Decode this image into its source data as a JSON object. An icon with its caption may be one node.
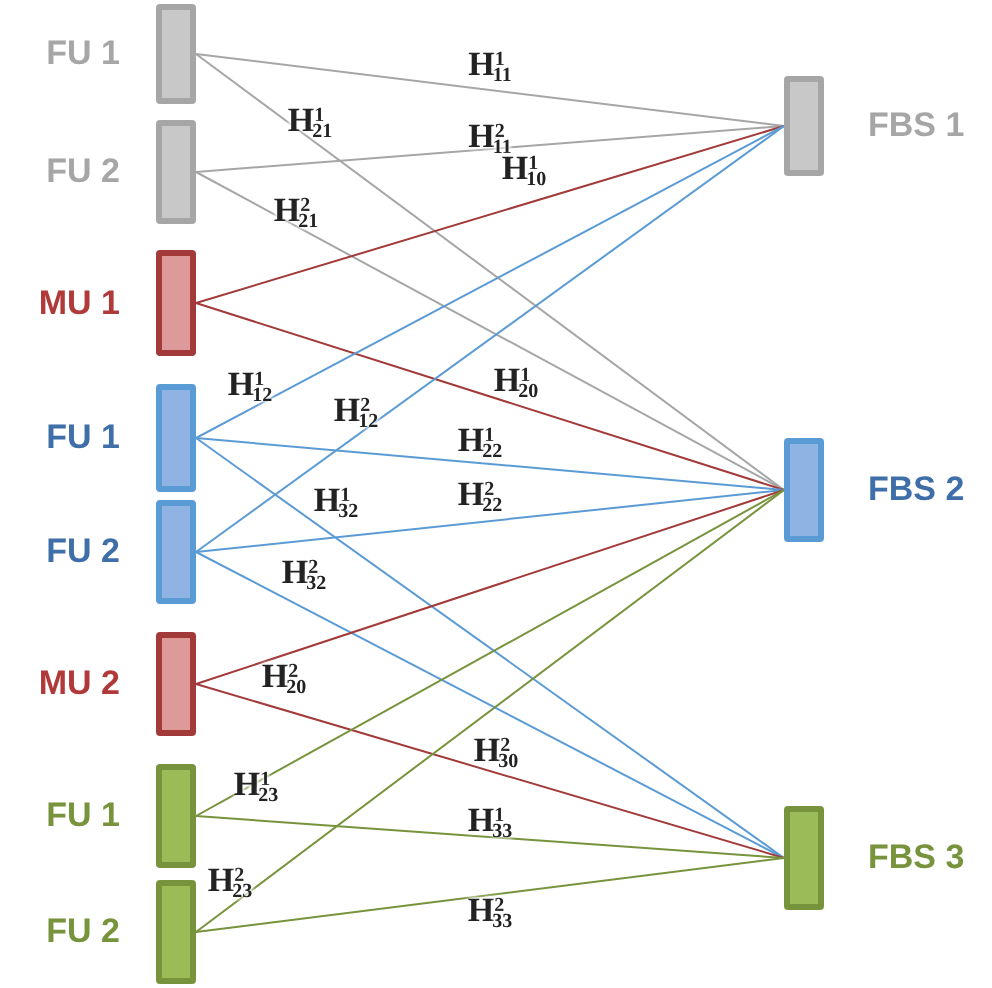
{
  "diagram": {
    "nodes": [
      {
        "text": [
          "FU 1"
        ]
      },
      {
        "text": [
          "FU 2"
        ]
      },
      {
        "text": [
          "MU 1"
        ]
      },
      {
        "text": [
          "FU 1"
        ]
      },
      {
        "text": [
          "FU 2"
        ]
      },
      {
        "text": [
          "MU 2"
        ]
      },
      {
        "text": [
          "FU 1"
        ]
      },
      {
        "text": [
          "FU 2"
        ]
      },
      {
        "text": [
          "FBS 1"
        ]
      },
      {
        "text": [
          "FBS 2"
        ]
      },
      {
        "text": [
          "FBS 3"
        ]
      }
    ],
    "edges": [
      {
        "from": 0,
        "to": 8,
        "arrow": "none",
        "label": "H$^{1}$$_{11}$",
        "color": "#a6a6a6"
      },
      {
        "from": 0,
        "to": 9,
        "arrow": "none",
        "label": "H$^{1}$$_{21}$",
        "color": "#a6a6a6"
      },
      {
        "from": 1,
        "to": 8,
        "arrow": "none",
        "label": "H$^{2}$$_{11}$",
        "color": "#a6a6a6"
      },
      {
        "from": 1,
        "to": 9,
        "arrow": "none",
        "label": "H$^{2}$$_{21}$",
        "color": "#a6a6a6"
      },
      {
        "from": 2,
        "to": 8,
        "arrow": "none",
        "label": "H$^{1}$$_{10}$",
        "color": "#a33a3a"
      },
      {
        "from": 2,
        "to": 9,
        "arrow": "none",
        "label": "H$^{1}$$_{20}$",
        "color": "#a33a3a"
      },
      {
        "from": 3,
        "to": 8,
        "arrow": "none",
        "label": "H$^{1}$$_{12}$",
        "color": "#5b9bd5"
      },
      {
        "from": 3,
        "to": 9,
        "arrow": "none",
        "label": "H$^{1}$$_{22}$",
        "color": "#5b9bd5"
      },
      {
        "from": 3,
        "to": 10,
        "arrow": "none",
        "label": "H$^{1}$$_{32}$",
        "color": "#5b9bd5"
      },
      {
        "from": 4,
        "to": 8,
        "arrow": "none",
        "label": "H$^{2}$$_{12}$",
        "color": "#5b9bd5"
      },
      {
        "from": 4,
        "to": 9,
        "arrow": "none",
        "label": "H$^{2}$$_{22}$",
        "color": "#5b9bd5"
      },
      {
        "from": 4,
        "to": 10,
        "arrow": "none",
        "label": "H$^{2}$$_{32}$",
        "color": "#5b9bd5"
      },
      {
        "from": 5,
        "to": 9,
        "arrow": "none",
        "label": "H$^{2}$$_{20}$",
        "color": "#a33a3a"
      },
      {
        "from": 5,
        "to": 10,
        "arrow": "none",
        "label": "H$^{2}$$_{30}$",
        "color": "#a33a3a"
      },
      {
        "from": 6,
        "to": 9,
        "arrow": "none",
        "label": "H$^{1}$$_{23}$",
        "color": "#77933c"
      },
      {
        "from": 6,
        "to": 10,
        "arrow": "none",
        "label": "H$^{1}$$_{33}$",
        "color": "#77933c"
      },
      {
        "from": 7,
        "to": 9,
        "arrow": "none",
        "label": "H$^{2}$$_{23}$",
        "color": "#77933c"
      },
      {
        "from": 7,
        "to": 10,
        "arrow": "none",
        "label": "H$^{2}$$_{33}$",
        "color": "#77933c"
      }
    ]
  }
}
